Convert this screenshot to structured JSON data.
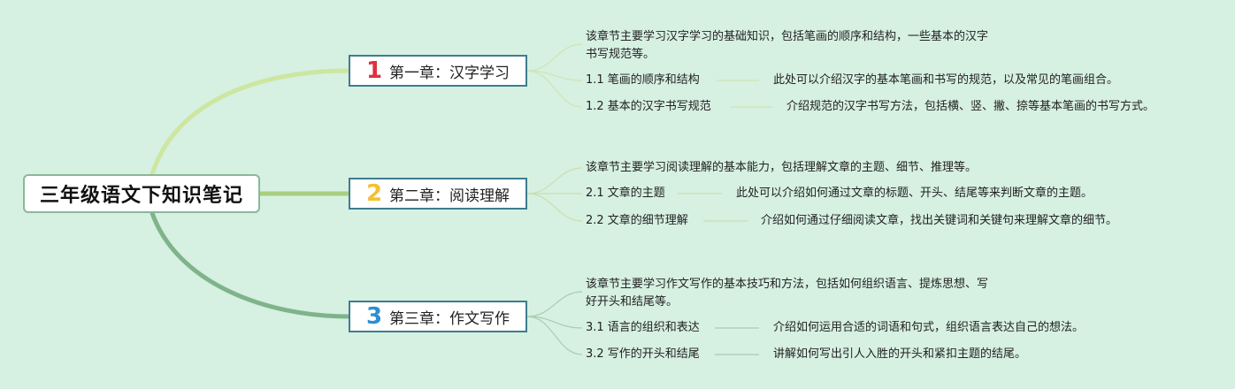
{
  "root": {
    "title": "三年级语文下知识笔记"
  },
  "chapters": [
    {
      "num": "1",
      "num_color": "#e03040",
      "title": "第一章：汉字学习",
      "summary": [
        "该章节主要学习汉字学习的基础知识，包括笔画的顺序和结构，一些基本的汉字",
        "书写规范等。"
      ],
      "subs": [
        {
          "label": "1.1 笔画的顺序和结构",
          "desc": "此处可以介绍汉字的基本笔画和书写的规范，以及常见的笔画组合。"
        },
        {
          "label": "1.2 基本的汉字书写规范",
          "desc": "介绍规范的汉字书写方法，包括横、竖、撇、捺等基本笔画的书写方式。"
        }
      ]
    },
    {
      "num": "2",
      "num_color": "#f2c12e",
      "title": "第二章：阅读理解",
      "summary": [
        "该章节主要学习阅读理解的基本能力，包括理解文章的主题、细节、推理等。"
      ],
      "subs": [
        {
          "label": "2.1 文章的主题",
          "desc": "此处可以介绍如何通过文章的标题、开头、结尾等来判断文章的主题。"
        },
        {
          "label": "2.2 文章的细节理解",
          "desc": "介绍如何通过仔细阅读文章，找出关键词和关键句来理解文章的细节。"
        }
      ]
    },
    {
      "num": "3",
      "num_color": "#2a8fd0",
      "title": "第三章：作文写作",
      "summary": [
        "该章节主要学习作文写作的基本技巧和方法，包括如何组织语言、提炼思想、写",
        "好开头和结尾等。"
      ],
      "subs": [
        {
          "label": "3.1 语言的组织和表达",
          "desc": "介绍如何运用合适的词语和句式，组织语言表达自己的想法。"
        },
        {
          "label": "3.2 写作的开头和结尾",
          "desc": "讲解如何写出引人入胜的开头和紧扣主题的结尾。"
        }
      ]
    }
  ]
}
